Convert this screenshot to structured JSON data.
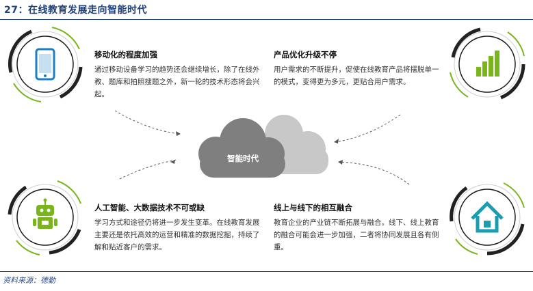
{
  "title": "27：在线教育发展走向智能时代",
  "center": {
    "label": "智能时代"
  },
  "blocks": [
    {
      "head": "移动化的程度加强",
      "body": "通过移动设备学习的趋势还会继续增长，除了在线外教、题库和拍照搜题之外，新一轮的技术形态将会兴起。",
      "icon": "smartphone-icon"
    },
    {
      "head": "产品优化升级不停",
      "body": "用户需求的不断提升，促使在线教育产品将摆脱单一的模式，变得更为多元，更贴合用户需求。",
      "icon": "bar-chart-icon"
    },
    {
      "head": "人工智能、大数据技术不可或缺",
      "body": "学习方式和途径仍将进一步发生变革。在线教育发展主要还是依托高效的运营和精准的数据挖掘，持续了解和贴近客户的需求。",
      "icon": "robot-icon"
    },
    {
      "head": "线上与线下的相互融合",
      "body": "教育企业的产业链不断拓展与融合。线下、线上教育的融合可能会进一步加强，二者将协同发展且各有侧重。",
      "icon": "house-icon"
    }
  ],
  "colors": {
    "title": "#1f3f7a",
    "accent_green": "#7ab51d",
    "accent_blue": "#1a7ec8",
    "cloud_dark": "#7f7f7f",
    "cloud_light": "#c8c8c8",
    "ring_dark": "#222222"
  },
  "source": "资料来源：德勤"
}
